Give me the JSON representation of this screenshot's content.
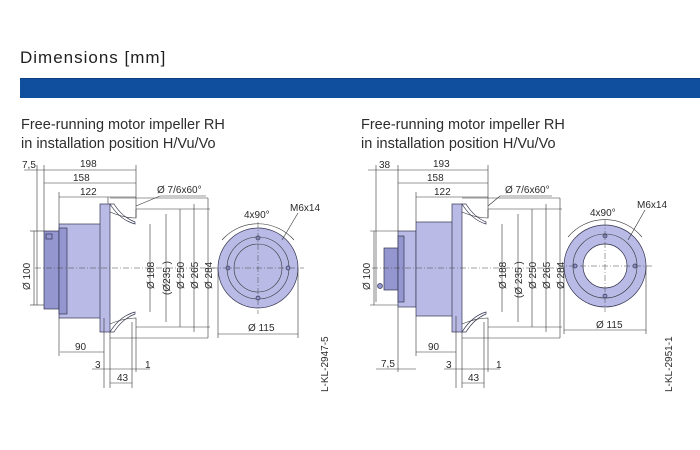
{
  "header": {
    "title": "Dimensions [mm]"
  },
  "colors": {
    "header_bar": "#0f4f9e",
    "motor_fill": "#b9bbe6",
    "motor_dark": "#9396cf"
  },
  "left": {
    "caption_line1": "Free-running motor impeller RH",
    "caption_line2": "in installation position H/Vu/Vo",
    "dims": {
      "d7_5": "7,5",
      "d198": "198",
      "d158": "158",
      "d122": "122",
      "hole": "Ø 7/6x60°",
      "d100": "Ø 100",
      "d188": "Ø 188",
      "d235": "(Ø235 )",
      "d250": "Ø 250",
      "d265": "Ø 265",
      "d284": "Ø 284",
      "d90": "90",
      "d3": "3",
      "d1": "1",
      "d43": "43",
      "angle": "4x90°",
      "thread": "M6x14",
      "d115": "Ø 115"
    },
    "code": "L-KL-2947-5"
  },
  "right": {
    "caption_line1": "Free-running motor impeller RH",
    "caption_line2": "in installation position H/Vu/Vo",
    "dims": {
      "d38": "38",
      "d193": "193",
      "d158": "158",
      "d122": "122",
      "hole": "Ø 7/6x60°",
      "d100": "Ø 100",
      "d188": "Ø 188",
      "d235": "(Ø 235 )",
      "d250": "Ø 250",
      "d265": "Ø 265",
      "d284": "Ø 284",
      "d90": "90",
      "d7_5": "7,5",
      "d3": "3",
      "d1": "1",
      "d43": "43",
      "angle": "4x90°",
      "thread": "M6x14",
      "d115": "Ø 115"
    },
    "code": "L-KL-2951-1"
  }
}
